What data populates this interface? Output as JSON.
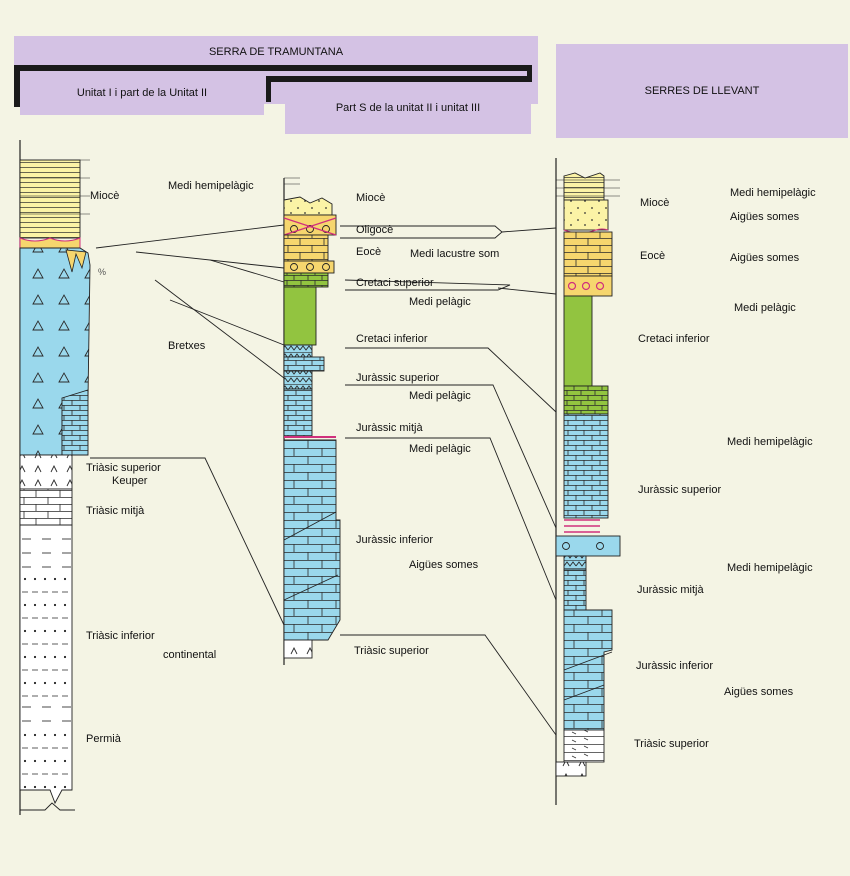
{
  "headers": {
    "serra_tramuntana": "SERRA DE TRAMUNTANA",
    "unitat_1": "Unitat I i part de la Unitat II",
    "unitat_2": "Part S de la unitat II i unitat III",
    "serres_llevant": "SERRES DE LLEVANT"
  },
  "col1": {
    "mioce": "Miocè",
    "medi_hemipelagic": "Medi hemipelàgic",
    "bretxes": "Bretxes",
    "triasic_superior": "Triàsic superior",
    "keuper": "Keuper",
    "triasic_mitja": "Triàsic mitjà",
    "triasic_inferior": "Triàsic inferior",
    "continental": "continental",
    "permia": "Permià"
  },
  "col2": {
    "mioce": "Miocè",
    "oligoce": "Oligocè",
    "eoce": "Eocè",
    "medi_lacustre": "Medi lacustre som",
    "cretaci_superior": "Cretaci superior",
    "medi_pelagic_1": "Medi pelàgic",
    "cretaci_inferior": "Cretaci inferior",
    "jurassic_superior": "Juràssic superior",
    "medi_pelagic_2": "Medi pelàgic",
    "jurassic_mitja": "Juràssic mitjà",
    "medi_pelagic_3": "Medi pelàgic",
    "jurassic_inferior": "Juràssic inferior",
    "aigues_somes": "Aigües somes",
    "triasic_superior": "Triàsic superior"
  },
  "col3": {
    "mioce": "Miocè",
    "medi_hemipelagic_1": "Medi hemipelàgic",
    "aigues_somes_1": "Aigües somes",
    "eoce": "Eocè",
    "aigues_somes_2": "Aigües somes",
    "medi_pelagic": "Medi pelàgic",
    "cretaci_inferior": "Cretaci inferior",
    "medi_hemipelagic_2": "Medi hemipelàgic",
    "jurassic_superior": "Juràssic superior",
    "medi_hemipelagic_3": "Medi hemipelàgic",
    "jurassic_mitja": "Juràssic mitjà",
    "jurassic_inferior": "Juràssic inferior",
    "aigues_somes_3": "Aigües somes",
    "triasic_superior": "Triàsic superior"
  },
  "colors": {
    "background": "#f4f4e4",
    "banner": "#d4c2e4",
    "limestone_blue": "#9ad8ec",
    "miocene_yellow": "#fbf3a6",
    "eocene_orange": "#f6d66e",
    "cretaceous_green": "#92c440",
    "boundary_magenta": "#d0307c"
  }
}
